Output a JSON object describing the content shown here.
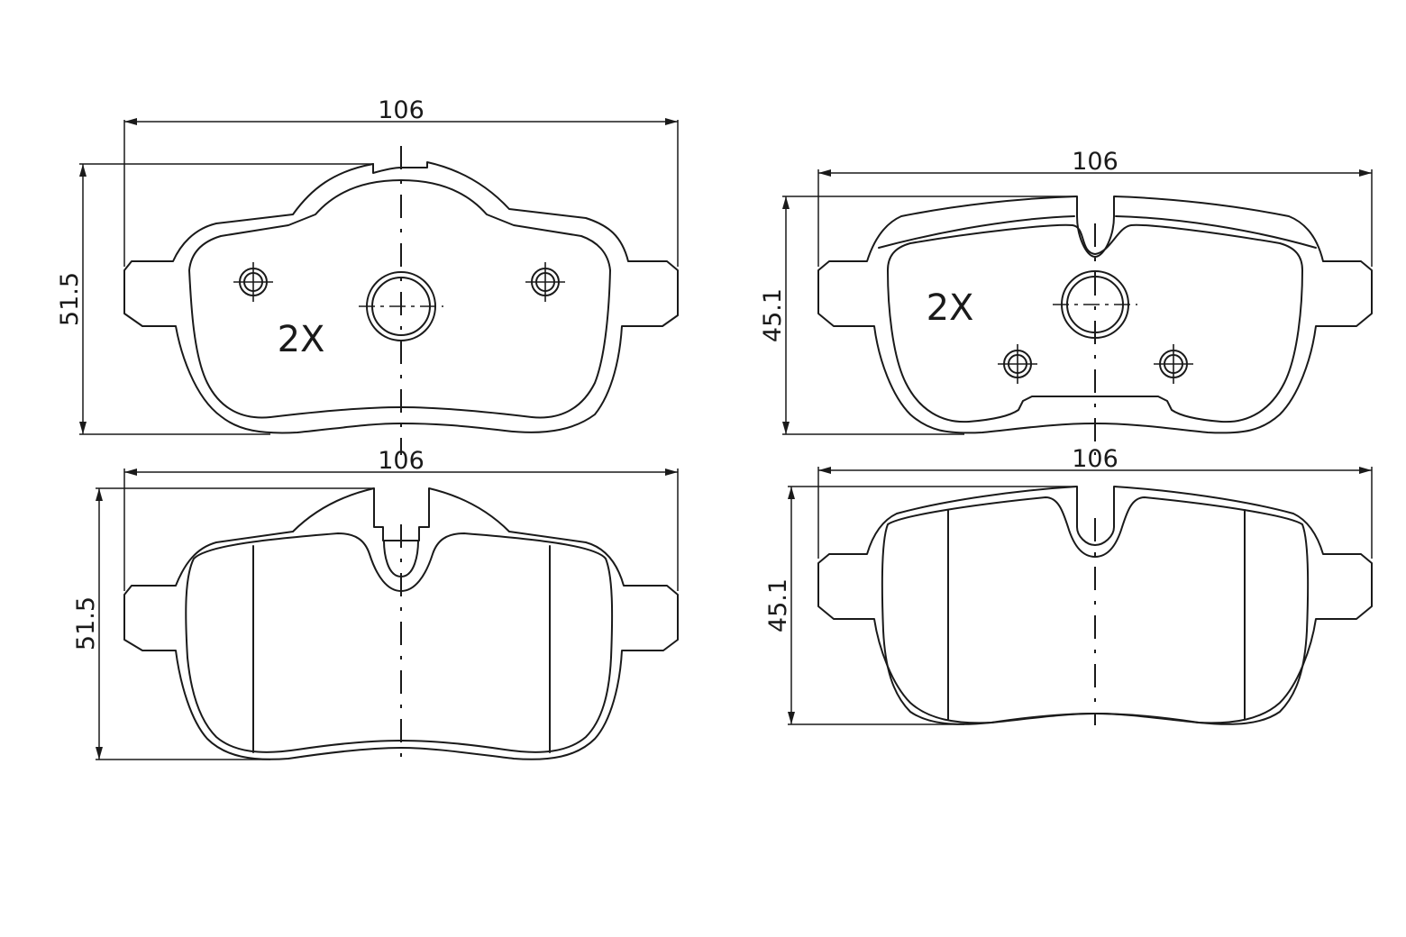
{
  "views": {
    "top_left": {
      "width_dim": "106",
      "height_dim": "51.5",
      "quantity": "2X"
    },
    "top_right": {
      "width_dim": "106",
      "height_dim": "45.1",
      "quantity": "2X"
    },
    "bottom_left": {
      "width_dim": "106",
      "height_dim": "51.5"
    },
    "bottom_right": {
      "width_dim": "106",
      "height_dim": "45.1"
    }
  },
  "colors": {
    "line": "#1a1a1a",
    "background": "#ffffff"
  }
}
